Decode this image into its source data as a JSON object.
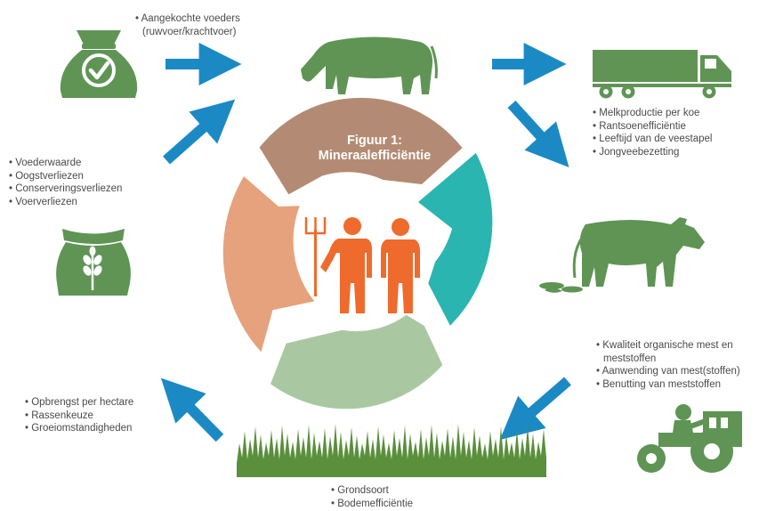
{
  "title": {
    "line1": "Figuur 1:",
    "line2": "Mineraalefficiëntie"
  },
  "labels": {
    "purchased_feed": {
      "line1": "Aangekochte voeders",
      "line2": "(ruwvoer/krachtvoer)"
    },
    "milk": [
      "Melkproductie per koe",
      "Rantsoenefficiëntie",
      "Leeftijd van de veestapel",
      "Jongveebezetting"
    ],
    "feed": [
      "Voederwaarde",
      "Oogstverliezen",
      "Conserveringsverliezen",
      "Voerverliezen"
    ],
    "manure": [
      "Kwaliteit organische mest en",
      "meststoffen",
      "Aanwending van mest(stoffen)",
      "Benutting van meststoffen"
    ],
    "crop": [
      "Opbrengst per hectare",
      "Rassenkeuze",
      "Groeiomstandigheden"
    ],
    "soil": [
      "Grondsoort",
      "Bodemefficiëntie"
    ]
  },
  "icons": [
    "feed-sack-check-icon",
    "cow-grazing-icon",
    "milk-truck-icon",
    "cow-manure-icon",
    "tractor-icon",
    "grass-icon",
    "grain-sack-icon",
    "farmers-icon"
  ],
  "colors": {
    "arrow": "#1b8ac4",
    "icon_green": "#5f9455",
    "segment_brown": "#b38b74",
    "segment_teal": "#2ab5b0",
    "segment_lightgreen": "#a9c8a2",
    "segment_salmon": "#e6a27c",
    "farmer_orange": "#ee6b2d"
  }
}
